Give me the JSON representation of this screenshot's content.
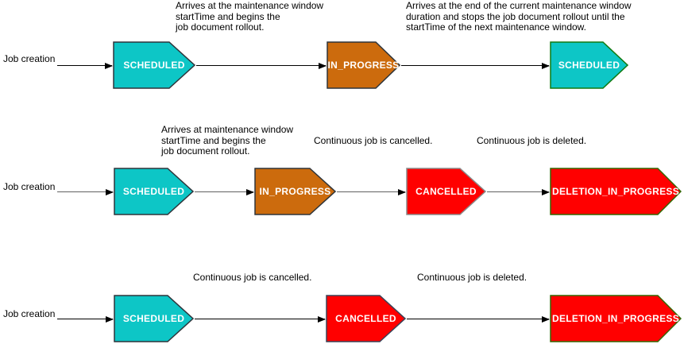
{
  "rows": [
    {
      "source_label": "Job creation",
      "annotations": [
        {
          "text": "Arrives at the maintenance window\nstartTime and begins the\njob document rollout."
        },
        {
          "text": "Arrives at the end of the current maintenance window\nduration and stops the job document rollout until the\nstartTime of the next maintenance window."
        }
      ],
      "states": [
        {
          "label": "SCHEDULED",
          "fill": "#0DC6C6",
          "stroke": "#2E343A"
        },
        {
          "label": "IN_PROGRESS",
          "fill": "#CC6B0D",
          "stroke": "#2E343A"
        },
        {
          "label": "SCHEDULED",
          "fill": "#0DC6C6",
          "stroke": "#117A11"
        }
      ]
    },
    {
      "source_label": "Job creation",
      "annotations": [
        {
          "text": "Arrives at maintenance window\nstartTime and begins the\njob document rollout."
        },
        {
          "text": "Continuous job is cancelled."
        },
        {
          "text": "Continuous job is deleted."
        }
      ],
      "states": [
        {
          "label": "SCHEDULED",
          "fill": "#0DC6C6",
          "stroke": "#2E343A"
        },
        {
          "label": "IN_PROGRESS",
          "fill": "#CC6B0D",
          "stroke": "#2E343A"
        },
        {
          "label": "CANCELLED",
          "fill": "#FF0000",
          "stroke": "#8A8A8A"
        },
        {
          "label": "DELETION_IN_PROGRESS",
          "fill": "#FF0000",
          "stroke": "#336700"
        }
      ]
    },
    {
      "source_label": "Job creation",
      "annotations": [
        {
          "text": "Continuous job is cancelled."
        },
        {
          "text": "Continuous job is deleted."
        }
      ],
      "states": [
        {
          "label": "SCHEDULED",
          "fill": "#0DC6C6",
          "stroke": "#2E343A"
        },
        {
          "label": "CANCELLED",
          "fill": "#FF0000",
          "stroke": "#3A4257"
        },
        {
          "label": "DELETION_IN_PROGRESS",
          "fill": "#FF0000",
          "stroke": "#336700"
        }
      ]
    }
  ],
  "colors": {
    "scheduled_fill": "#0DC6C6",
    "in_progress_fill": "#CC6B0D",
    "cancelled_fill": "#FF0000",
    "arrow": "#000000",
    "background": "#FFFFFF"
  }
}
